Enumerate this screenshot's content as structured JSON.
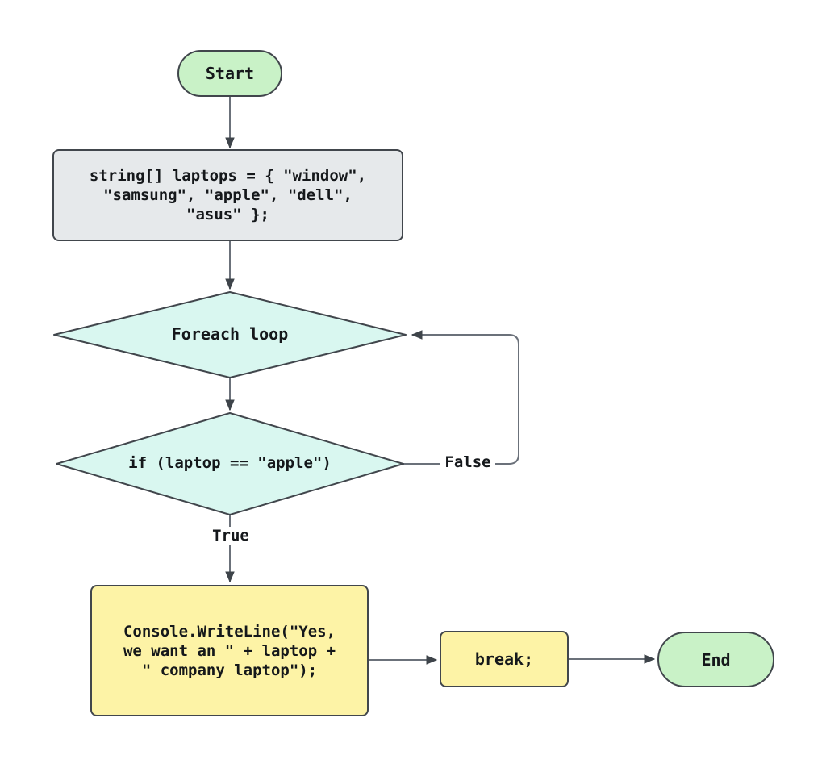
{
  "diagram": {
    "type": "flowchart",
    "background": "#ffffff",
    "nodes": {
      "start": {
        "label": "Start",
        "shape": "terminator",
        "fill": "#c9f2c7"
      },
      "init_array": {
        "label": "string[] laptops = { \"window\",\n\"samsung\", \"apple\", \"dell\",\n\"asus\" };",
        "shape": "process",
        "fill": "#e6e9eb"
      },
      "foreach_loop": {
        "label": "Foreach loop",
        "shape": "decision",
        "fill": "#d9f7f0"
      },
      "if_condition": {
        "label": "if (laptop == \"apple\")",
        "shape": "decision",
        "fill": "#d9f7f0"
      },
      "write_line": {
        "label": "Console.WriteLine(\"Yes,\nwe want an \" + laptop +\n\" company laptop\");",
        "shape": "process",
        "fill": "#fdf3a6"
      },
      "break_stmt": {
        "label": "break;",
        "shape": "process",
        "fill": "#fdf3a6"
      },
      "end": {
        "label": "End",
        "shape": "terminator",
        "fill": "#c9f2c7"
      }
    },
    "edge_labels": {
      "true_branch": "True",
      "false_branch": "False"
    },
    "colors": {
      "node_border": "#41464c",
      "connector_line": "#6b717a",
      "arrowhead": "#3e444a",
      "text": "#15181b"
    }
  }
}
